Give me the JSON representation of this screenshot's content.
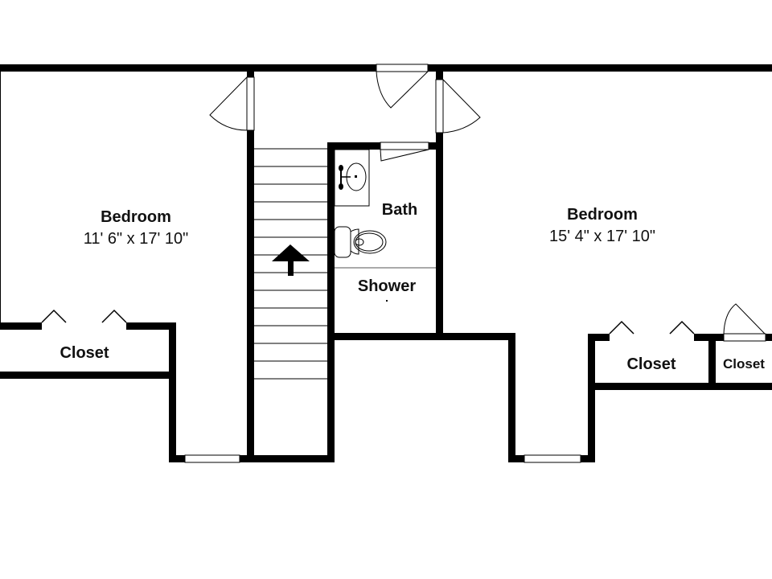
{
  "floorplan": {
    "colors": {
      "wall": "#000000",
      "background": "#ffffff",
      "text": "#111111"
    },
    "rooms": [
      {
        "id": "bedroom-left",
        "label": "Bedroom",
        "dimensions": "11' 6\" x 17' 10\""
      },
      {
        "id": "bath",
        "label": "Bath"
      },
      {
        "id": "shower",
        "label": "Shower"
      },
      {
        "id": "bedroom-right",
        "label": "Bedroom",
        "dimensions": "15' 4\" x 17' 10\""
      },
      {
        "id": "closet-left",
        "label": "Closet"
      },
      {
        "id": "closet-right-large",
        "label": "Closet"
      },
      {
        "id": "closet-right-small",
        "label": "Closet"
      }
    ],
    "icons": {
      "stairs": "stairs-up-arrow",
      "sink": "sink-icon",
      "toilet": "toilet-icon"
    }
  }
}
